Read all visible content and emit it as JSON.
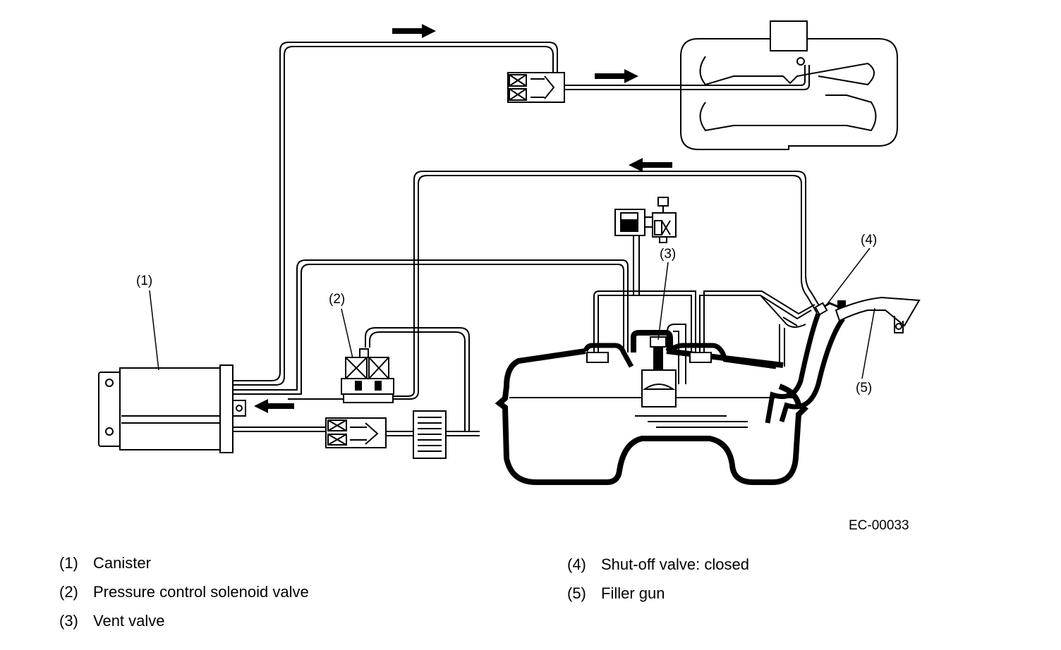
{
  "callouts": {
    "c1": "(1)",
    "c2": "(2)",
    "c3": "(3)",
    "c4": "(4)",
    "c5": "(5)"
  },
  "figure_code": "EC-00033",
  "legend": [
    {
      "num": "(1)",
      "label": "Canister"
    },
    {
      "num": "(2)",
      "label": "Pressure control solenoid valve"
    },
    {
      "num": "(3)",
      "label": "Vent valve"
    },
    {
      "num": "(4)",
      "label": "Shut-off valve: closed"
    },
    {
      "num": "(5)",
      "label": "Filler gun"
    }
  ]
}
